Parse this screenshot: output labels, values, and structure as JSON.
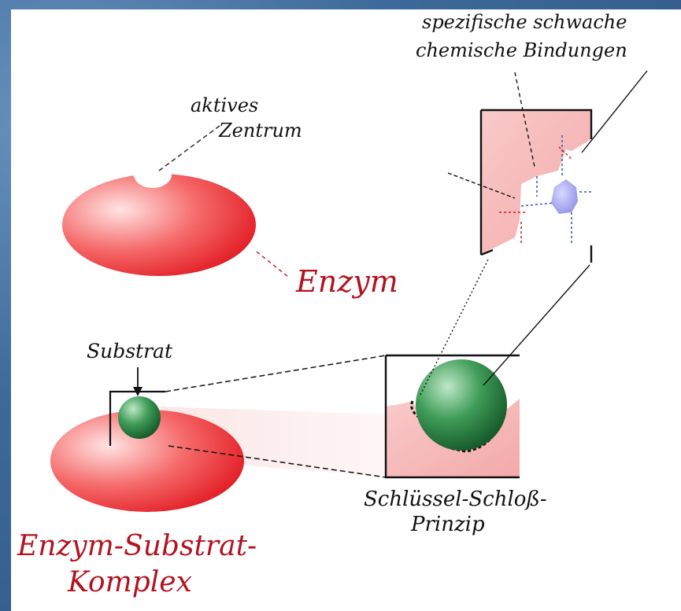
{
  "labels": {
    "active_site": "aktives\nZentrum",
    "active_site_line1": "aktives",
    "active_site_line2": "Zentrum",
    "enzyme": "Enzym",
    "substrate": "Substrat",
    "complex_line1": "Enzym-Substrat-",
    "complex_line2": "Komplex",
    "lock_key_line1": "Schlüssel-Schloß-",
    "lock_key_line2": "Prinzip",
    "bonds_line1": "spezifische schwache",
    "bonds_line2": "chemische Bindungen"
  },
  "colors": {
    "enzyme_red": "#e8222b",
    "enzyme_light": "#ffd6d6",
    "substrate_green": "#1f7a3a",
    "label_red": "#b3121f",
    "zoom_pink": "#f6b2b2",
    "substrate_blue": "#a9a9f0"
  }
}
